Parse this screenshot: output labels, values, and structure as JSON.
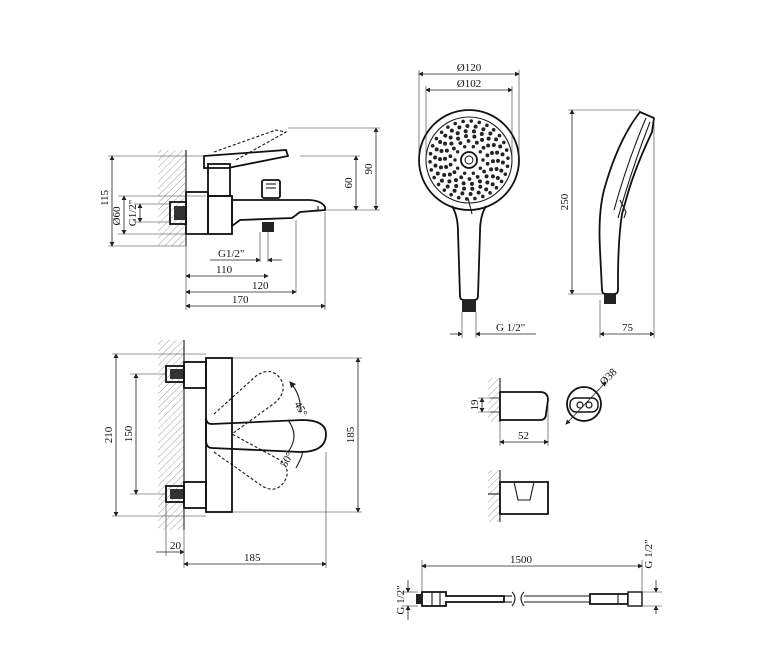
{
  "side_view": {
    "h115": "115",
    "d60": "Ø60",
    "g12": "G1/2\"",
    "h60": "60",
    "h90": "90",
    "g12_bottom": "G1/2\"",
    "w110": "110",
    "w120": "120",
    "w170": "170"
  },
  "front_view": {
    "h210": "210",
    "h150": "150",
    "h185": "185",
    "a45": "45°",
    "a50": "50°",
    "w20": "20",
    "w185": "185"
  },
  "shower_head": {
    "d120": "Ø120",
    "d102": "Ø102",
    "thread": "G 1/2\""
  },
  "shower_side": {
    "h250": "250",
    "w75": "75"
  },
  "holder": {
    "h19": "19",
    "w52": "52",
    "d38": "Ø38"
  },
  "hose": {
    "length": "1500",
    "thread_left": "G 1/2\"",
    "thread_right": "G 1/2\""
  }
}
